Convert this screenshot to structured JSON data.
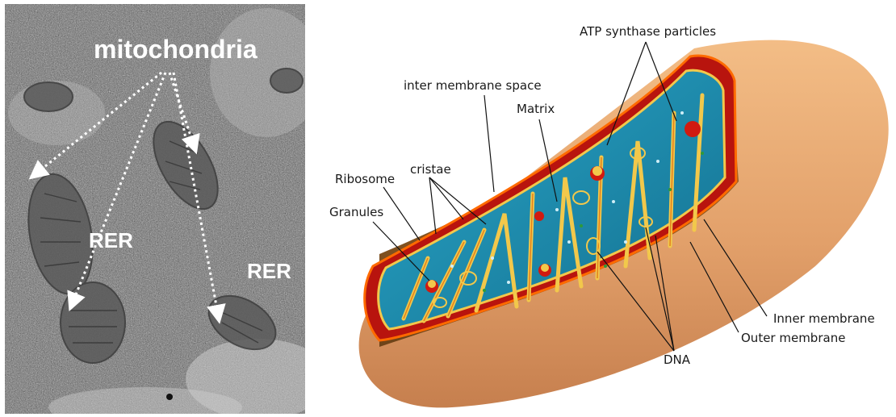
{
  "micrograph": {
    "labels": {
      "mitochondria": "mitochondria",
      "rer_left": "RER",
      "rer_right": "RER"
    }
  },
  "diagram": {
    "labels": {
      "atp_synthase": "ATP synthase particles",
      "inter_membrane_space": "inter membrane space",
      "matrix": "Matrix",
      "ribosome": "Ribosome",
      "cristae": "cristae",
      "granules": "Granules",
      "inner_membrane": "Inner membrane",
      "outer_membrane": "Outer membrane",
      "dna": "DNA"
    }
  },
  "colors": {
    "outer_membrane": "#e9a66e",
    "intermembrane_space": "#b8140e",
    "inner_membrane": "#f2c84b",
    "matrix": "#1b8fb0",
    "micrograph_bg": "#6b6b6b"
  }
}
